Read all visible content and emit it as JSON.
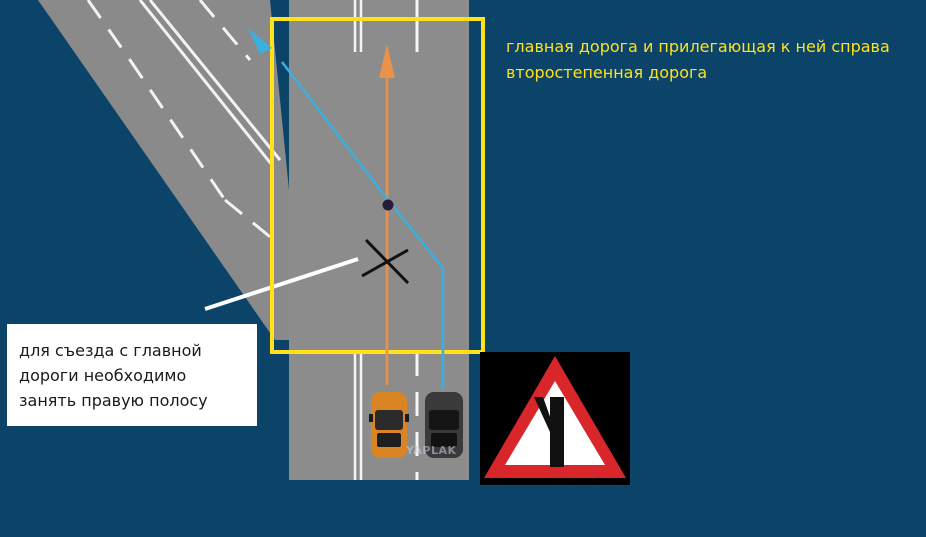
{
  "caption": {
    "line1": "главная дорога и прилегающая к ней справа",
    "line2": "второстепенная дорога"
  },
  "callout": {
    "line1": "для съезда с главной",
    "line2": "дороги необходимо",
    "line3": "занять правую полосу"
  },
  "watermark": "YAPLAK",
  "colors": {
    "background": "#0b4468",
    "road": "#8c8c8c",
    "highlight_frame": "#ffe21a",
    "orange_path": "#e8924a",
    "blue_path": "#3bb0df",
    "cross": "#111111",
    "sign_border": "#d9262b"
  },
  "sign": {
    "type": "junction-with-secondary-road-right"
  }
}
